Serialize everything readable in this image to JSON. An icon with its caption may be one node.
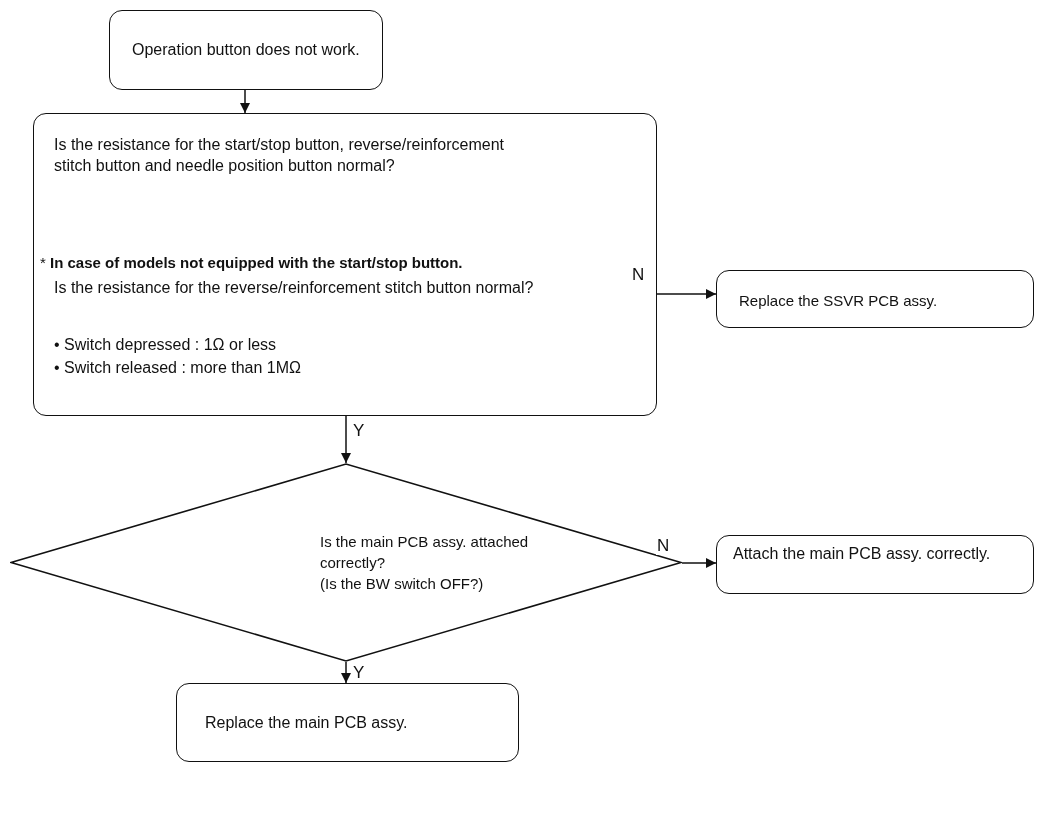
{
  "diagram": {
    "nodes": [
      {
        "text": [
          "Operation button does not work."
        ]
      },
      {
        "text": [
          "Is the resistance for the start/stop button, reverse/reinforcement stitch button and needle position button normal?",
          "* **In case of models not equipped with the start/stop button.**",
          "Is the resistance for the reverse/reinforcement stitch button normal?",
          "• Switch depressed : 1Ω or less",
          "• Switch released : more than 1MΩ"
        ]
      },
      {
        "text": [
          "Replace the SSVR PCB assy."
        ]
      },
      {
        "text": [
          "Is the main PCB assy. attached correctly?",
          "(Is the BW switch OFF?)"
        ]
      },
      {
        "text": [
          "Attach the main PCB assy. correctly."
        ]
      },
      {
        "text": [
          "Replace the main PCB assy."
        ]
      }
    ],
    "edges": [
      {
        "from": 0,
        "to": 1,
        "arrow": "to"
      },
      {
        "from": 1,
        "to": 2,
        "arrow": "to",
        "label": "N"
      },
      {
        "from": 1,
        "to": 3,
        "arrow": "to",
        "label": "Y"
      },
      {
        "from": 3,
        "to": 4,
        "arrow": "to",
        "label": "N"
      },
      {
        "from": 3,
        "to": 5,
        "arrow": "to",
        "label": "Y"
      }
    ]
  }
}
